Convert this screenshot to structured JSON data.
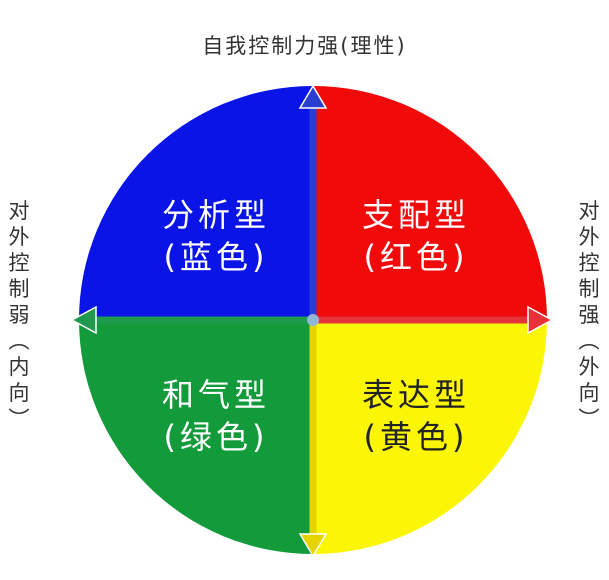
{
  "top_label": "自我控制力强(理性)",
  "left_label": "对外控制弱(内向)",
  "right_label": "对外控制强(外向)",
  "quadrants": {
    "top_left": {
      "name": "分析型",
      "color_name": "(蓝色)",
      "fill": "#0a14e6",
      "text_color": "#ffffff"
    },
    "top_right": {
      "name": "支配型",
      "color_name": "(红色)",
      "fill": "#f00a0a",
      "text_color": "#ffffff"
    },
    "bottom_left": {
      "name": "和气型",
      "color_name": "(绿色)",
      "fill": "#139a3a",
      "text_color": "#ffffff"
    },
    "bottom_right": {
      "name": "表达型",
      "color_name": "(黄色)",
      "fill": "#fbf606",
      "text_color": "#222222"
    }
  },
  "axis_colors": {
    "up": "#2a3fd0",
    "left": "#1f9a4c",
    "right": "#e8323a",
    "down": "#e6d400",
    "center": "#8fb7d8"
  }
}
